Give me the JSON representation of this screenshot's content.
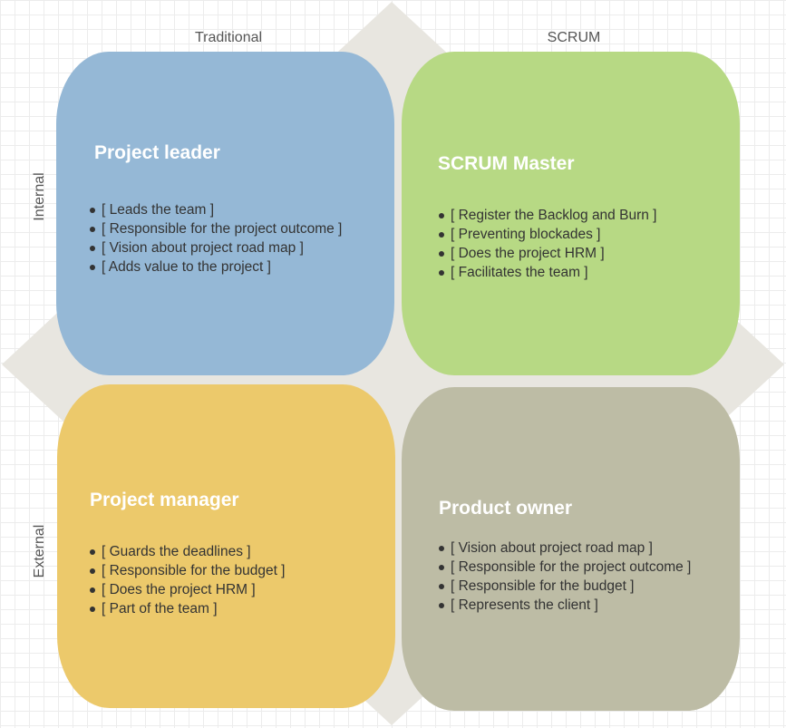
{
  "axes": {
    "top_left": "Traditional",
    "top_right": "SCRUM",
    "side_top": "Internal",
    "side_bottom": "External"
  },
  "colors": {
    "background_diamond": "#e8e6e0",
    "project_leader": "#95b8d6",
    "scrum_master": "#b7d984",
    "project_manager": "#ecc96b",
    "product_owner": "#bdbca5"
  },
  "quadrants": [
    {
      "title": "Project leader",
      "items": [
        "[ Leads the team ]",
        "[ Responsible for the project outcome ]",
        "[ Vision about project road map ]",
        "[ Adds value to the project ]"
      ]
    },
    {
      "title": "SCRUM Master",
      "items": [
        "[ Register the Backlog and Burn ]",
        "[ Preventing blockades ]",
        "[ Does the project HRM ]",
        "[ Facilitates the team ]"
      ]
    },
    {
      "title": "Project manager",
      "items": [
        "[ Guards the deadlines ]",
        "[ Responsible for the budget ]",
        "[ Does the project HRM ]",
        "[ Part of the team ]"
      ]
    },
    {
      "title": "Product owner",
      "items": [
        "[ Vision about project road map ]",
        "[ Responsible for the project outcome ]",
        "[ Responsible for the budget ]",
        "[ Represents the client ]"
      ]
    }
  ]
}
